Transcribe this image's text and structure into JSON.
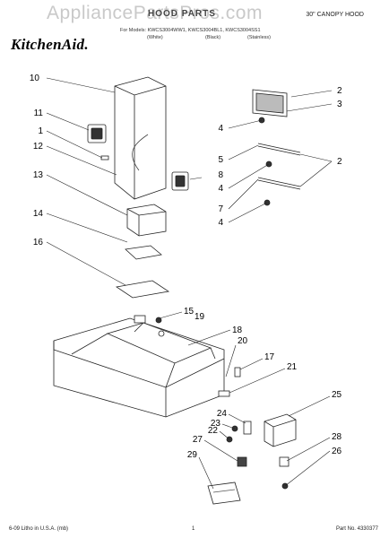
{
  "header": {
    "watermark": "AppliancePartsPros.com",
    "brand": "KitchenAid.",
    "title": "HOOD PARTS",
    "subtitle": "30\" CANOPY HOOD",
    "models": "For Models: KWCS3004WW1, KWCS3004BL1, KWCS3004SS1",
    "variants": [
      "(White)",
      "(Black)",
      "(Stainless)"
    ]
  },
  "callouts": [
    "10",
    "11",
    "1",
    "12",
    "13",
    "14",
    "16",
    "2",
    "3",
    "4",
    "5",
    "8",
    "2",
    "4",
    "7",
    "4",
    "15",
    "19",
    "18",
    "20",
    "17",
    "21",
    "25",
    "24",
    "23",
    "22",
    "27",
    "29",
    "28",
    "26"
  ],
  "footer": {
    "left": "6-09 Litho in U.S.A. (mb)",
    "page": "1",
    "part_no": "Part No. 4330377"
  }
}
